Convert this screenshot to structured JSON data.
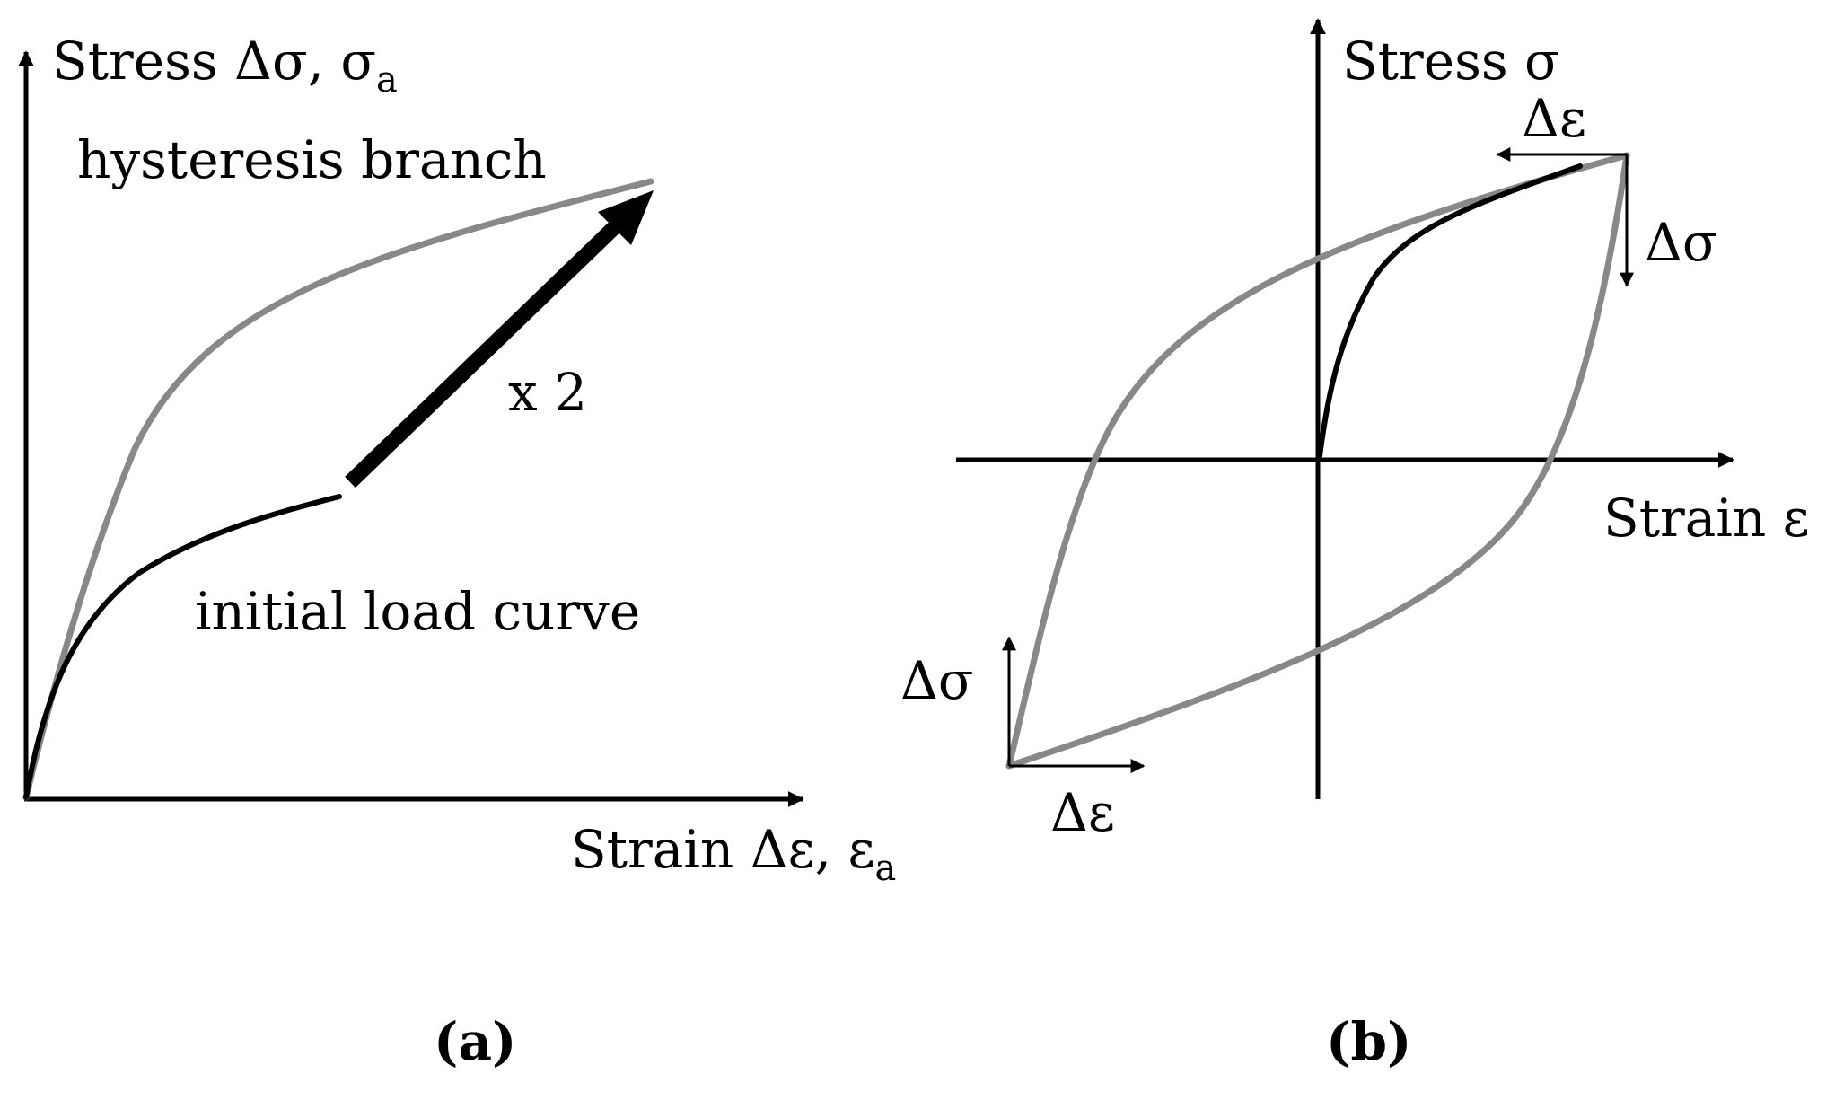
{
  "panel_a": {
    "y_axis_label": "Stress Δσ, σ",
    "y_axis_label_sub": "a",
    "x_axis_label": "Strain Δε, ε",
    "x_axis_label_sub": "a",
    "hysteresis_label": "hysteresis branch",
    "initial_curve_label": "initial load curve",
    "scale_label": "x 2",
    "caption": "(a)"
  },
  "panel_b": {
    "y_axis_label": "Stress σ",
    "x_axis_label": "Strain ε",
    "top_delta_strain": "Δε",
    "top_delta_stress": "Δσ",
    "bottom_delta_stress": "Δσ",
    "bottom_delta_strain": "Δε",
    "caption": "(b)"
  },
  "colors": {
    "hysteresis_curve": "#888888",
    "initial_curve": "#000000",
    "axes": "#000000"
  }
}
